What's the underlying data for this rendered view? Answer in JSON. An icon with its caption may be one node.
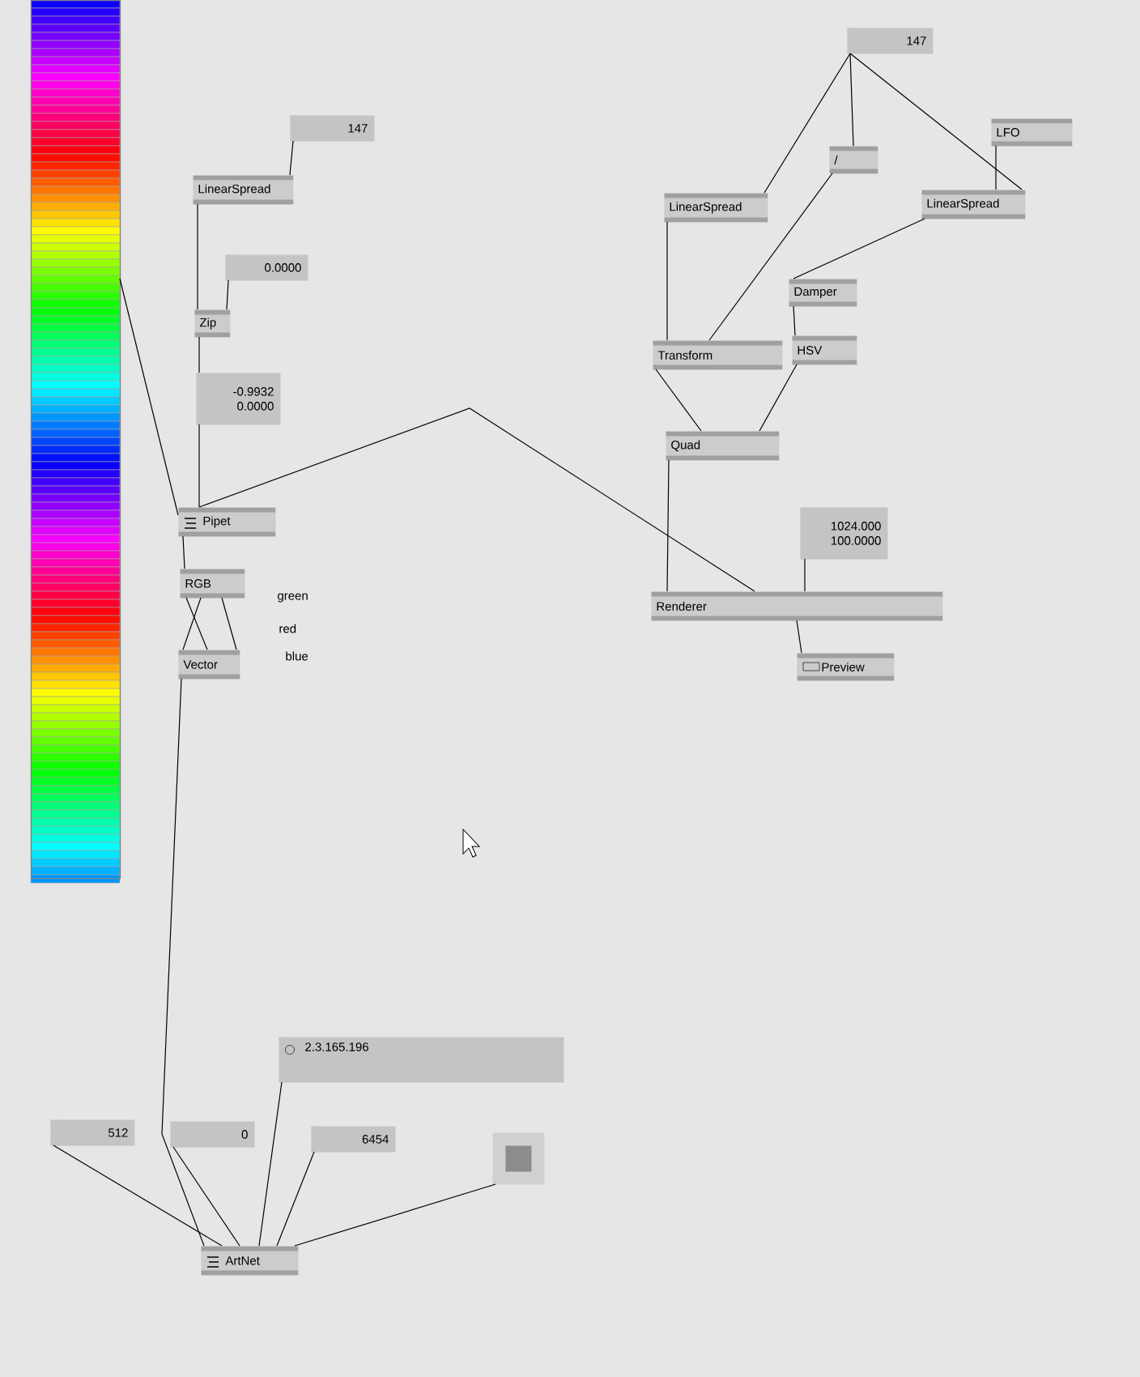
{
  "diagram": {
    "nodes": [
      {
        "text": [],
        "shape": "picture"
      },
      {
        "text": [
          "147"
        ]
      },
      {
        "text": [
          "LinearSpread"
        ]
      },
      {
        "text": [
          "0.0000"
        ]
      },
      {
        "text": [
          "Zip"
        ]
      },
      {
        "text": [
          "-0.9932 0.0000"
        ]
      },
      {
        "text": [
          "Pipet"
        ]
      },
      {
        "text": [
          "RGB"
        ]
      },
      {
        "text": [
          "Vector"
        ]
      },
      {
        "text": [
          "147"
        ]
      },
      {
        "text": [
          "/"
        ]
      },
      {
        "text": [
          "LinearSpread"
        ]
      },
      {
        "text": [
          "LFO"
        ]
      },
      {
        "text": [
          "LinearSpread"
        ]
      },
      {
        "text": [
          "Damper"
        ]
      },
      {
        "text": [
          "Transform"
        ]
      },
      {
        "text": [
          "HSV"
        ]
      },
      {
        "text": [
          "Quad"
        ]
      },
      {
        "text": [
          "1024.000 100.0000"
        ]
      },
      {
        "text": [
          "Renderer"
        ]
      },
      {
        "text": [
          "Preview"
        ]
      },
      {
        "text": [
          "2.3.165.196"
        ]
      },
      {
        "text": [
          "512"
        ]
      },
      {
        "text": [
          "0"
        ]
      },
      {
        "text": [
          "6454"
        ]
      },
      {
        "text": [],
        "shape": "box"
      },
      {
        "text": [
          "ArtNet"
        ]
      }
    ],
    "edges": [
      {
        "from": 1,
        "to": 2,
        "arrow": "none"
      },
      {
        "from": 2,
        "to": 4,
        "arrow": "none"
      },
      {
        "from": 3,
        "to": 4,
        "arrow": "none"
      },
      {
        "from": 4,
        "to": 5,
        "arrow": "none"
      },
      {
        "from": 5,
        "to": 6,
        "arrow": "none"
      },
      {
        "from": 0,
        "to": 6,
        "arrow": "none"
      },
      {
        "from": 6,
        "to": 7,
        "arrow": "none"
      },
      {
        "from": 7,
        "to": 8,
        "arrow": "none"
      },
      {
        "from": 7,
        "to": 8,
        "arrow": "none"
      },
      {
        "from": 7,
        "to": 8,
        "arrow": "none"
      },
      {
        "from": 8,
        "to": 26,
        "arrow": "none"
      },
      {
        "from": 19,
        "to": 6,
        "arrow": "none"
      },
      {
        "from": 9,
        "to": 11,
        "arrow": "none"
      },
      {
        "from": 9,
        "to": 10,
        "arrow": "none"
      },
      {
        "from": 9,
        "to": 13,
        "arrow": "none"
      },
      {
        "from": 12,
        "to": 13,
        "arrow": "none"
      },
      {
        "from": 10,
        "to": 15,
        "arrow": "none"
      },
      {
        "from": 11,
        "to": 15,
        "arrow": "none"
      },
      {
        "from": 13,
        "to": 14,
        "arrow": "none"
      },
      {
        "from": 14,
        "to": 16,
        "arrow": "none"
      },
      {
        "from": 15,
        "to": 17,
        "arrow": "none"
      },
      {
        "from": 16,
        "to": 17,
        "arrow": "none"
      },
      {
        "from": 17,
        "to": 19,
        "arrow": "none"
      },
      {
        "from": 18,
        "to": 19,
        "arrow": "none"
      },
      {
        "from": 19,
        "to": 20,
        "arrow": "none"
      },
      {
        "from": 22,
        "to": 26,
        "arrow": "none"
      },
      {
        "from": 23,
        "to": 26,
        "arrow": "none"
      },
      {
        "from": 21,
        "to": 26,
        "arrow": "none"
      },
      {
        "from": 24,
        "to": 26,
        "arrow": "none"
      },
      {
        "from": 25,
        "to": 26,
        "arrow": "none"
      }
    ],
    "labels": [
      "green",
      "red",
      "blue"
    ]
  }
}
